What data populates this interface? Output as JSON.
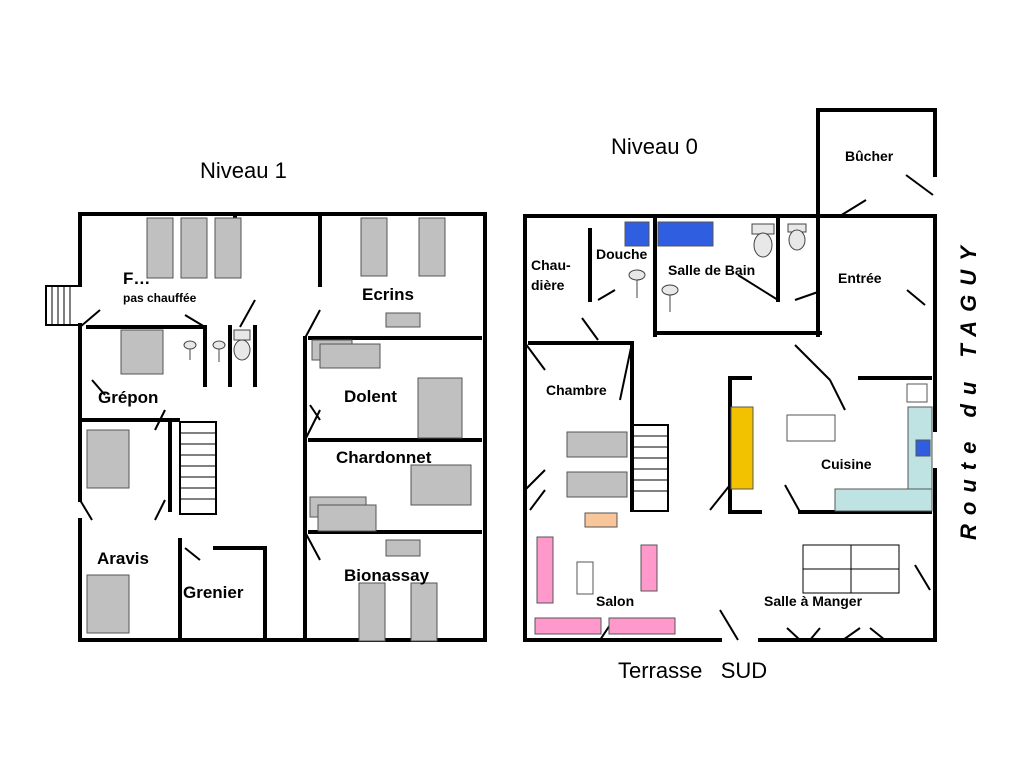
{
  "titles": {
    "level1": "Niveau 1",
    "level0": "Niveau 0",
    "terrace": "Terrasse   SUD",
    "road": "Route du TAGUY"
  },
  "level1_rooms": {
    "f": "F…",
    "f_note": "pas chauffée",
    "grepon": "Grépon",
    "aravis": "Aravis",
    "grenier": "Grenier",
    "ecrins": "Ecrins",
    "dolent": "Dolent",
    "chardonnet": "Chardonnet",
    "bionassay": "Bionassay"
  },
  "level0_rooms": {
    "chaudiere_1": "Chau-",
    "chaudiere_2": "dière",
    "douche": "Douche",
    "salle_de_bain": "Salle de Bain",
    "bucher": "Bûcher",
    "entree": "Entrée",
    "chambre": "Chambre",
    "cuisine": "Cuisine",
    "salon": "Salon",
    "salle_a_manger": "Salle à Manger"
  },
  "colors": {
    "wall": "#000000",
    "bed": "#c0c0c0",
    "bath_fixture": "#2f5fe0",
    "sofa": "#ff99cc",
    "stove": "#f2c200",
    "counter": "#bfe3e3",
    "ottoman": "#f8c69a"
  }
}
